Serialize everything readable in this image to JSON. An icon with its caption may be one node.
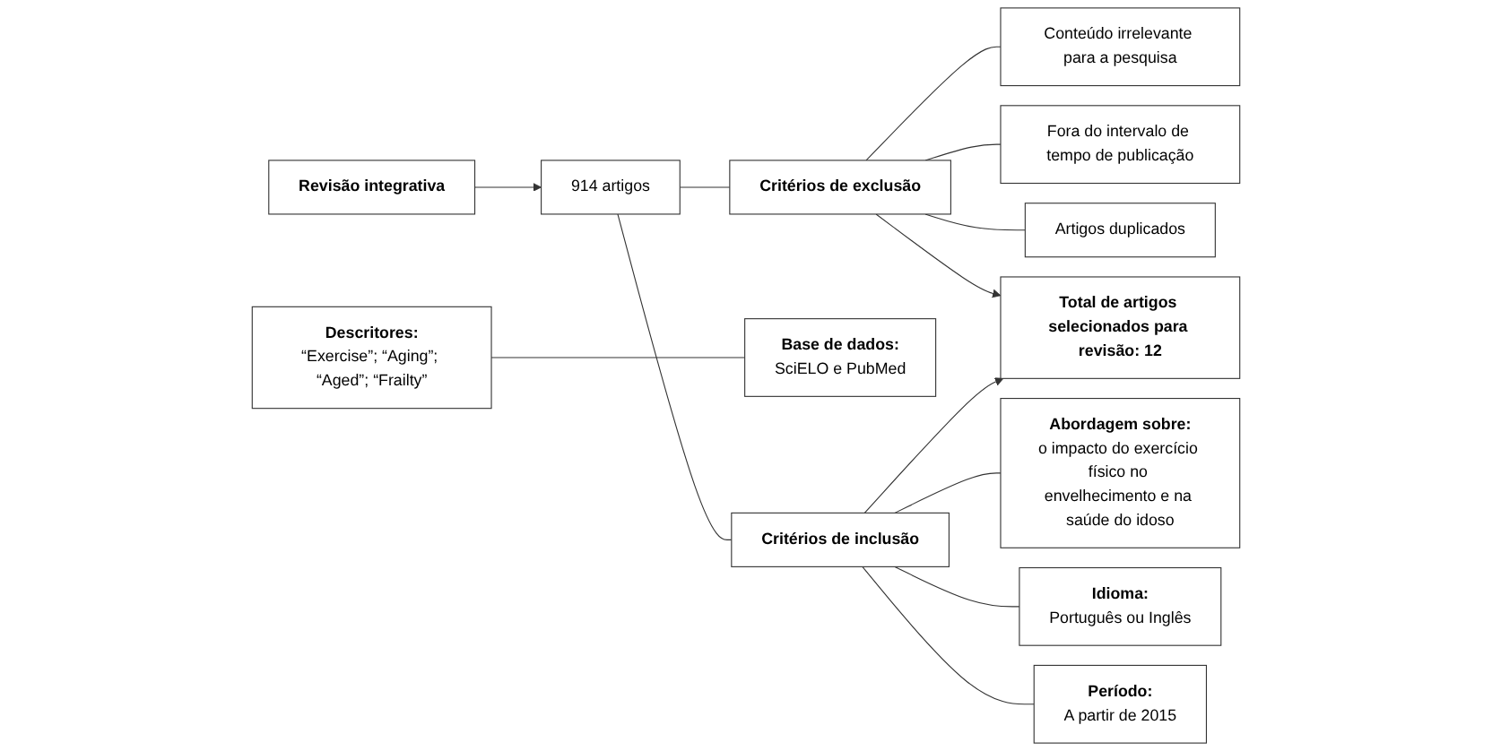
{
  "diagram": {
    "nodes": [
      {
        "text": [
          "Conteúdo irrelevante para a pesquisa"
        ]
      },
      {
        "text": [
          "Artigos duplicados"
        ]
      },
      {
        "text": [
          "Critérios de exclusão"
        ]
      },
      {
        "text": [
          "Descritores:",
          "“Exercise”; “Aging”; “Aged”; “Frailty”"
        ]
      },
      {
        "text": [
          "Fora do intervalo de tempo de publicação"
        ]
      },
      {
        "text": [
          "Revisão integrativa"
        ]
      },
      {
        "text": [
          "914 artigos"
        ]
      },
      {
        "text": [
          "Total de artigos selecionados para revisão: 12"
        ]
      },
      {
        "text": [
          "Abordagem sobre:",
          "o impacto do exercício físico no envelhecimento e na saúde do idoso"
        ]
      },
      {
        "text": [
          "Base de dados:",
          "SciELO e PubMed"
        ]
      },
      {
        "text": [
          "Critérios de inclusão"
        ]
      },
      {
        "text": [
          "Idioma:",
          "Português ou Inglês"
        ]
      },
      {
        "text": [
          "Período:",
          "A partir de 2015"
        ]
      }
    ],
    "edges": [
      {
        "from": 5,
        "to": 6,
        "arrow": "to"
      },
      {
        "from": 3,
        "to": 9,
        "arrow": "none"
      },
      {
        "from": 6,
        "to": 2,
        "arrow": "none"
      },
      {
        "from": 6,
        "to": 10,
        "arrow": "none"
      },
      {
        "from": 2,
        "to": 0,
        "arrow": "none"
      },
      {
        "from": 2,
        "to": 4,
        "arrow": "none"
      },
      {
        "from": 2,
        "to": 1,
        "arrow": "none"
      },
      {
        "from": 2,
        "to": 7,
        "arrow": "to"
      },
      {
        "from": 10,
        "to": 8,
        "arrow": "none"
      },
      {
        "from": 10,
        "to": 11,
        "arrow": "none"
      },
      {
        "from": 10,
        "to": 12,
        "arrow": "none"
      },
      {
        "from": 10,
        "to": 7,
        "arrow": "to"
      }
    ]
  }
}
